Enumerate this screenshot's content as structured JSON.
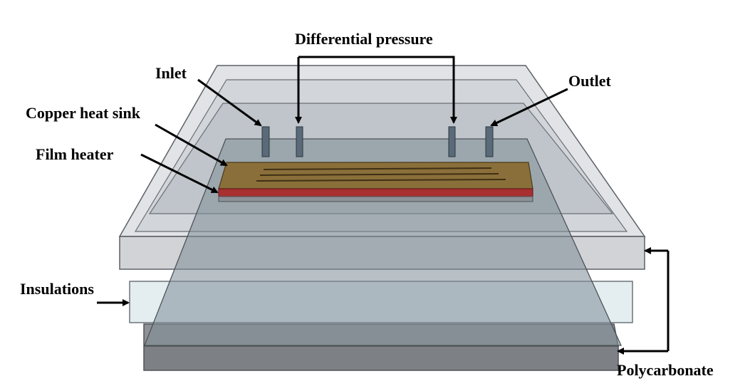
{
  "labels": {
    "differential_pressure": "Differential pressure",
    "inlet": "Inlet",
    "outlet": "Outlet",
    "copper_heat_sink": "Copper heat sink",
    "film_heater": "Film heater",
    "insulations": "Insulations",
    "polycarbonate": "Polycarbonate"
  },
  "colors": {
    "copper": "#8a6f3a",
    "heater": "#a8302f",
    "insulation_glass": "#c9ccd2",
    "polycarbonate": "#7d8185",
    "arrow": "#000000"
  }
}
